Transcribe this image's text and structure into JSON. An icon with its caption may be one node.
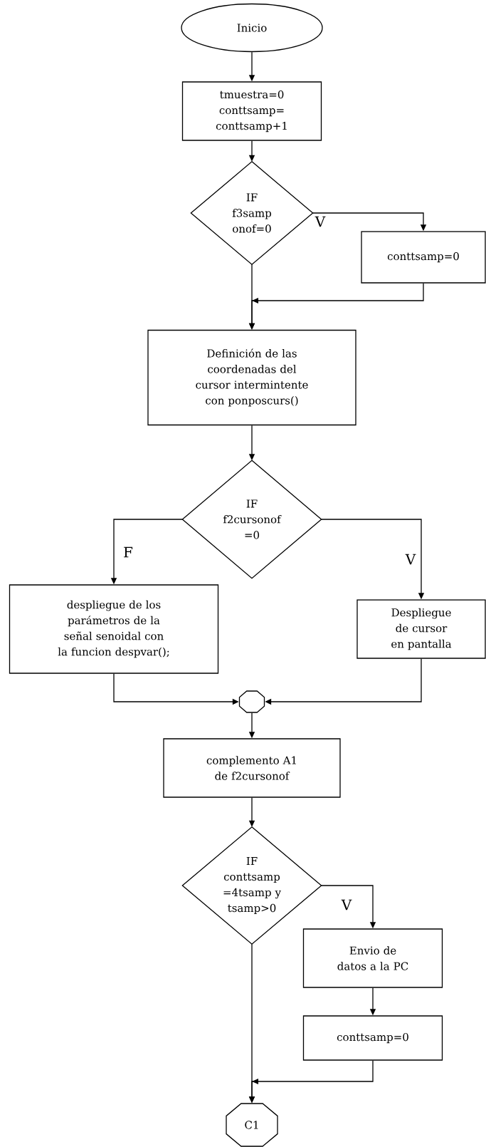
{
  "diagram": {
    "nodes": [
      {
        "text": [
          "Inicio"
        ]
      },
      {
        "text": [
          "tmuestra=0 conttsamp= conttsamp+1"
        ]
      },
      {
        "text": [
          "IF f3samp onof=0"
        ]
      },
      {
        "text": [
          "conttsamp=0"
        ]
      },
      {
        "text": [
          "Definición de las coordenadas del cursor intermintente con ponposcurs()"
        ]
      },
      {
        "text": [
          "IF f2cursonof =0"
        ]
      },
      {
        "text": [
          "despliegue de los parámetros de la señal senoidal con la funcion despvar();"
        ]
      },
      {
        "text": [
          "Despliegue de cursor en pantalla"
        ]
      },
      {
        "text": [],
        "shape": "octagon"
      },
      {
        "text": [
          "complemento A1 de f2cursonof"
        ]
      },
      {
        "text": [
          "IF conttsamp =4tsamp y tsamp>0"
        ]
      },
      {
        "text": [
          "Envio de datos a la PC"
        ]
      },
      {
        "text": [
          "conttsamp=0"
        ]
      },
      {
        "text": [
          "C1"
        ]
      }
    ],
    "edges": [
      {
        "from": 0,
        "to": 1,
        "arrow": "to"
      },
      {
        "from": 1,
        "to": 2,
        "arrow": "to"
      },
      {
        "from": 2,
        "to": 3,
        "arrow": "to",
        "label": "V"
      },
      {
        "from": 2,
        "to": 4,
        "arrow": "to"
      },
      {
        "from": 3,
        "to": 4,
        "arrow": "to"
      },
      {
        "from": 4,
        "to": 5,
        "arrow": "to"
      },
      {
        "from": 5,
        "to": 6,
        "arrow": "to",
        "label": "F"
      },
      {
        "from": 5,
        "to": 7,
        "arrow": "to",
        "label": "V"
      },
      {
        "from": 6,
        "to": 8,
        "arrow": "to"
      },
      {
        "from": 7,
        "to": 8,
        "arrow": "to"
      },
      {
        "from": 8,
        "to": 9,
        "arrow": "to"
      },
      {
        "from": 9,
        "to": 10,
        "arrow": "to"
      },
      {
        "from": 10,
        "to": 11,
        "arrow": "to",
        "label": "V"
      },
      {
        "from": 11,
        "to": 12,
        "arrow": "to"
      },
      {
        "from": 10,
        "to": 13,
        "arrow": "to"
      },
      {
        "from": 12,
        "to": 13,
        "arrow": "to"
      }
    ]
  }
}
